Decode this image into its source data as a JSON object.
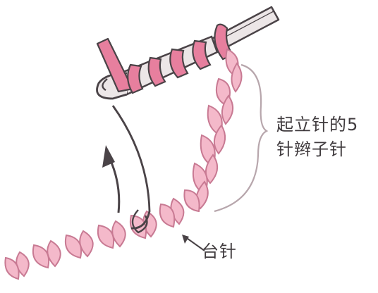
{
  "labels": {
    "turning_chain_line1": "起立针的5",
    "turning_chain_line2": "针辫子针",
    "base_stitch": "台针"
  },
  "colors": {
    "yarn_fill": "#f4b9ca",
    "yarn_dark": "#e77f9e",
    "yarn_stroke": "#c87a93",
    "hook_fill": "#ece6e7",
    "outline": "#4a4347",
    "background": "#ffffff"
  },
  "icons": {
    "hook": "crochet-hook-icon",
    "arrow": "insertion-arrow-icon",
    "brace": "bracket-icon"
  }
}
